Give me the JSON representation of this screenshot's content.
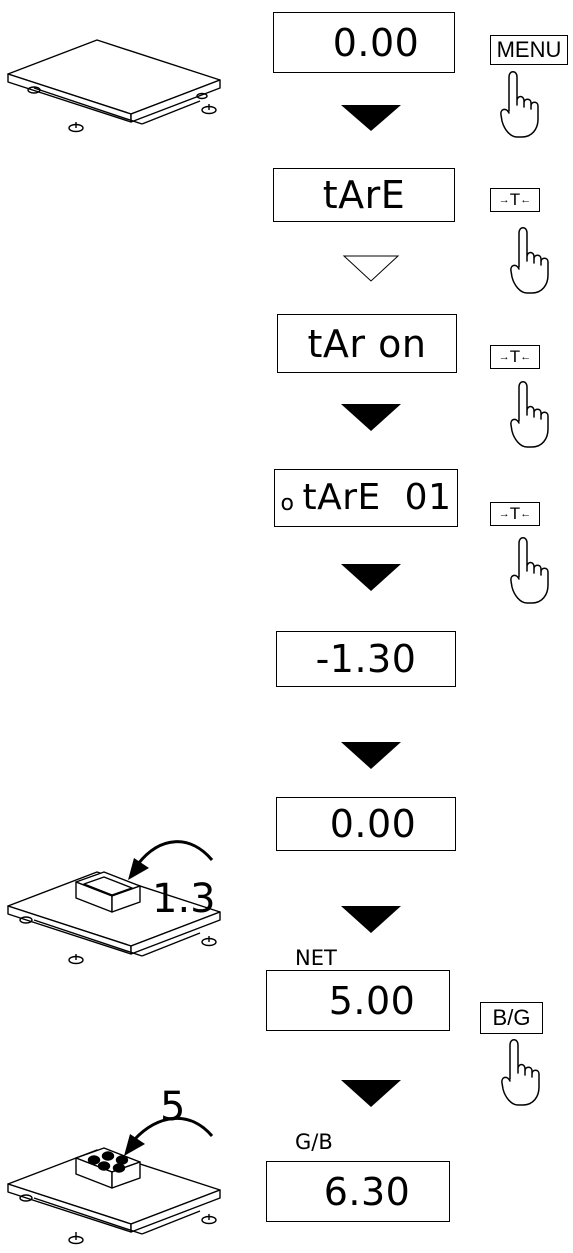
{
  "displays": {
    "d1": "0.00",
    "d2": "tArE",
    "d3": "tAr on",
    "d4_indicator": "o",
    "d4": "tArE  01",
    "d5": "-1.30",
    "d6": "0.00",
    "d7": "5.00",
    "d8": "6.30"
  },
  "indicators": {
    "net": "NET",
    "gross": "G/B"
  },
  "keys": {
    "menu": "MENU",
    "tare": "T",
    "bg": "B/G"
  },
  "load_labels": {
    "container_mass": "1.3",
    "item_count": "5"
  },
  "arrows": [
    "filled",
    "outline",
    "filled",
    "filled",
    "filled",
    "filled",
    "filled"
  ]
}
